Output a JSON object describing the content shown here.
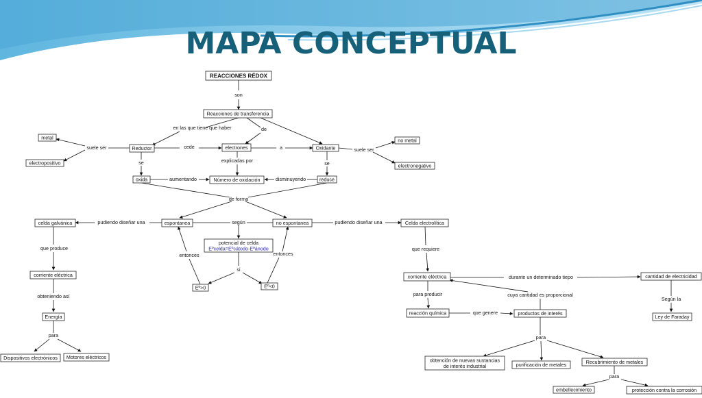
{
  "title": "MAPA CONCEPTUAL",
  "colors": {
    "title": "#17607a",
    "wave_dark": "#3aa0d0",
    "wave_light": "#9fd3ee"
  },
  "concepts": {
    "reacciones_redox": "REACCIONES RÉDOX",
    "reacciones_transferencia": "Reacciones de transferencia",
    "metal": "metal",
    "electropositivo": "electropositivo",
    "reductor": "Reductor",
    "electrones": "electrones",
    "oxidante": "Oxidante",
    "no_metal": "no metal",
    "electronegativo": "electronegativo",
    "oxida": "oxida",
    "numero_oxidacion": "Número de oxidación",
    "reduce": "reduce",
    "celda_galvanica": "celda galvánica",
    "espontanea": "espontanea",
    "no_espontanea": "no espontanea",
    "celda_electrolitica": "Celda electrolítica",
    "potencial_line1": "potencial de celda",
    "potencial_line2": "Eºcelda=Eºcátodo-Eºánodo",
    "e_pos": "Eº>0",
    "e_neg": "Eº<0",
    "corriente_1": "corriente eléctrica",
    "energia": "Energía",
    "dispositivos": "Dispositivos electrónicos",
    "motores": "Motores eléctricos",
    "corriente_2": "corriente eléctrica",
    "cantidad_electricidad": "cantidad de electricidad",
    "reaccion_quimica": "reacción química",
    "productos_interes": "productos de interés",
    "ley_faraday": "Ley de Faraday",
    "obtencion_line1": "obtención de nuevas sustancias",
    "obtencion_line2": "de interés industrial",
    "purificacion": "purificación de metales",
    "recubrimiento": "Recubrimiento de metales",
    "embellecimiento": "embellecimiento",
    "proteccion": "protección contra la corrosión"
  },
  "links": {
    "son": "son",
    "en_las_que": "en las que tiene que haber",
    "de": "de",
    "suele_ser_1": "suele ser",
    "cede": "cede",
    "a": "a",
    "suele_ser_2": "suele ser",
    "se_1": "se",
    "explicadas_por": "explicadas por",
    "se_2": "se",
    "aumentando": "aumentando",
    "disminuyendo": "disminuyendo",
    "de_forma": "de forma",
    "pudiendo_1": "pudiendo diseñar una",
    "segun": "según",
    "pudiendo_2": "pudiendo diseñar una",
    "que_produce": "que produce",
    "entonces_1": "entonces",
    "entonces_2": "entonces",
    "si": "si",
    "que_requiere": "que requiere",
    "obteniendo_asi": "obteniendo así",
    "durante": "durante un determinado tiepo",
    "para_producir": "para producir",
    "cuya_cantidad": "cuya cantidad es proporcional",
    "segun_la": "Según la",
    "que_genere": "que genere",
    "para_1": "para",
    "para_2": "para",
    "para_3": "para"
  }
}
